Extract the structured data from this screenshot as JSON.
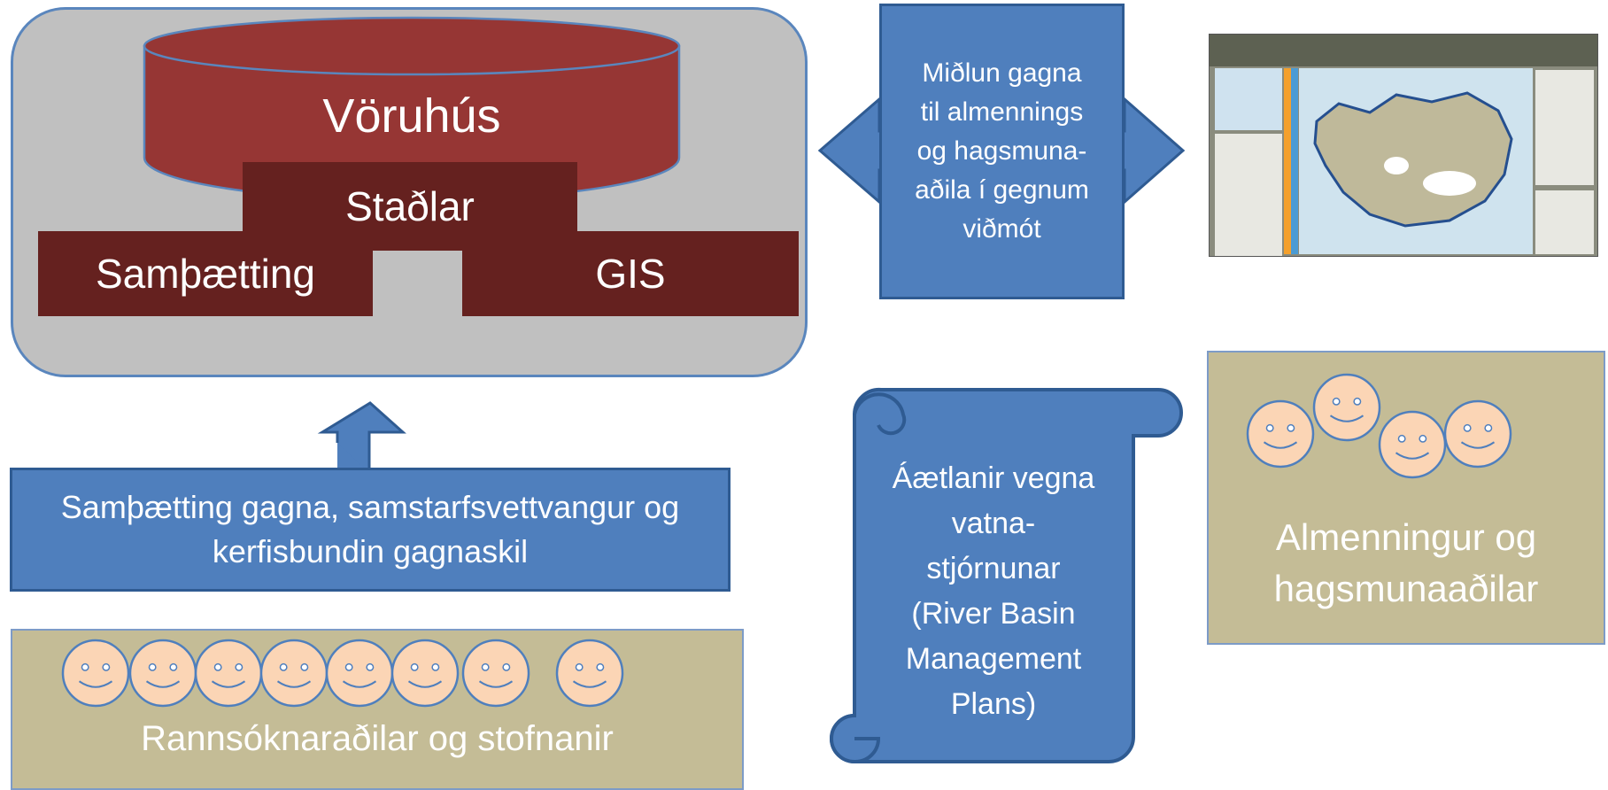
{
  "warehouse": {
    "title": "Vöruhús",
    "standards": "Staðlar",
    "integration": "Samþætting",
    "gis": "GIS"
  },
  "dissemination": {
    "lines": [
      "Miðlun gagna",
      "til almennings",
      "og hagsmuna-",
      "aðila  í gegnum",
      "viðmót"
    ]
  },
  "integration_arrow": {
    "lines": [
      "Samþætting gagna, samstarfsvettvangur og",
      "kerfisbundin gagnaskil"
    ]
  },
  "researchers": {
    "label": "Rannsóknaraðilar og stofnanir"
  },
  "scroll": {
    "lines": [
      "Áætlanir vegna",
      "vatna-",
      "stjórnunar",
      "(River Basin",
      "Management",
      "Plans)"
    ]
  },
  "public": {
    "lines": [
      "Almenningur og",
      "hagsmunaaðilar"
    ]
  },
  "colors": {
    "panel_gray": "#c0c0c0",
    "cylinder_red": "#963634",
    "dark_red": "#65211f",
    "blue": "#4f7fbd",
    "tan": "#c4bc96",
    "face": "#fbd5b5"
  },
  "icons": [
    "smiley-face-icon",
    "map-screenshot-thumbnail"
  ]
}
